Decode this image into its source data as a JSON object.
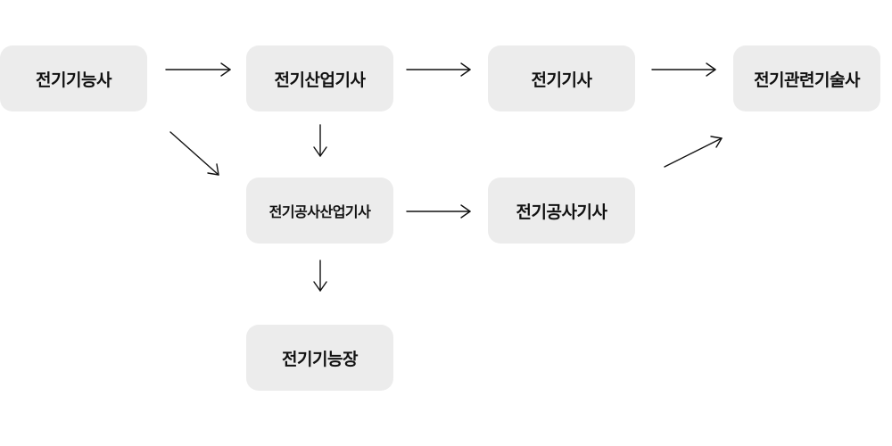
{
  "nodes": {
    "craftsman": {
      "label": "전기기능사"
    },
    "industrial_engineer": {
      "label": "전기산업기사"
    },
    "engineer": {
      "label": "전기기사"
    },
    "professional_engineer": {
      "label": "전기관련기술사"
    },
    "construction_industrial_engineer": {
      "label": "전기공사산업기사"
    },
    "construction_engineer": {
      "label": "전기공사기사"
    },
    "master_craftsman": {
      "label": "전기기능장"
    }
  },
  "edges": [
    {
      "from": "craftsman",
      "to": "industrial_engineer"
    },
    {
      "from": "industrial_engineer",
      "to": "engineer"
    },
    {
      "from": "engineer",
      "to": "professional_engineer"
    },
    {
      "from": "craftsman",
      "to": "construction_industrial_engineer"
    },
    {
      "from": "industrial_engineer",
      "to": "construction_industrial_engineer"
    },
    {
      "from": "construction_industrial_engineer",
      "to": "construction_engineer"
    },
    {
      "from": "construction_engineer",
      "to": "professional_engineer"
    },
    {
      "from": "construction_industrial_engineer",
      "to": "master_craftsman"
    }
  ],
  "colors": {
    "node_background": "#ececec",
    "text": "#111111",
    "arrow": "#111111"
  }
}
